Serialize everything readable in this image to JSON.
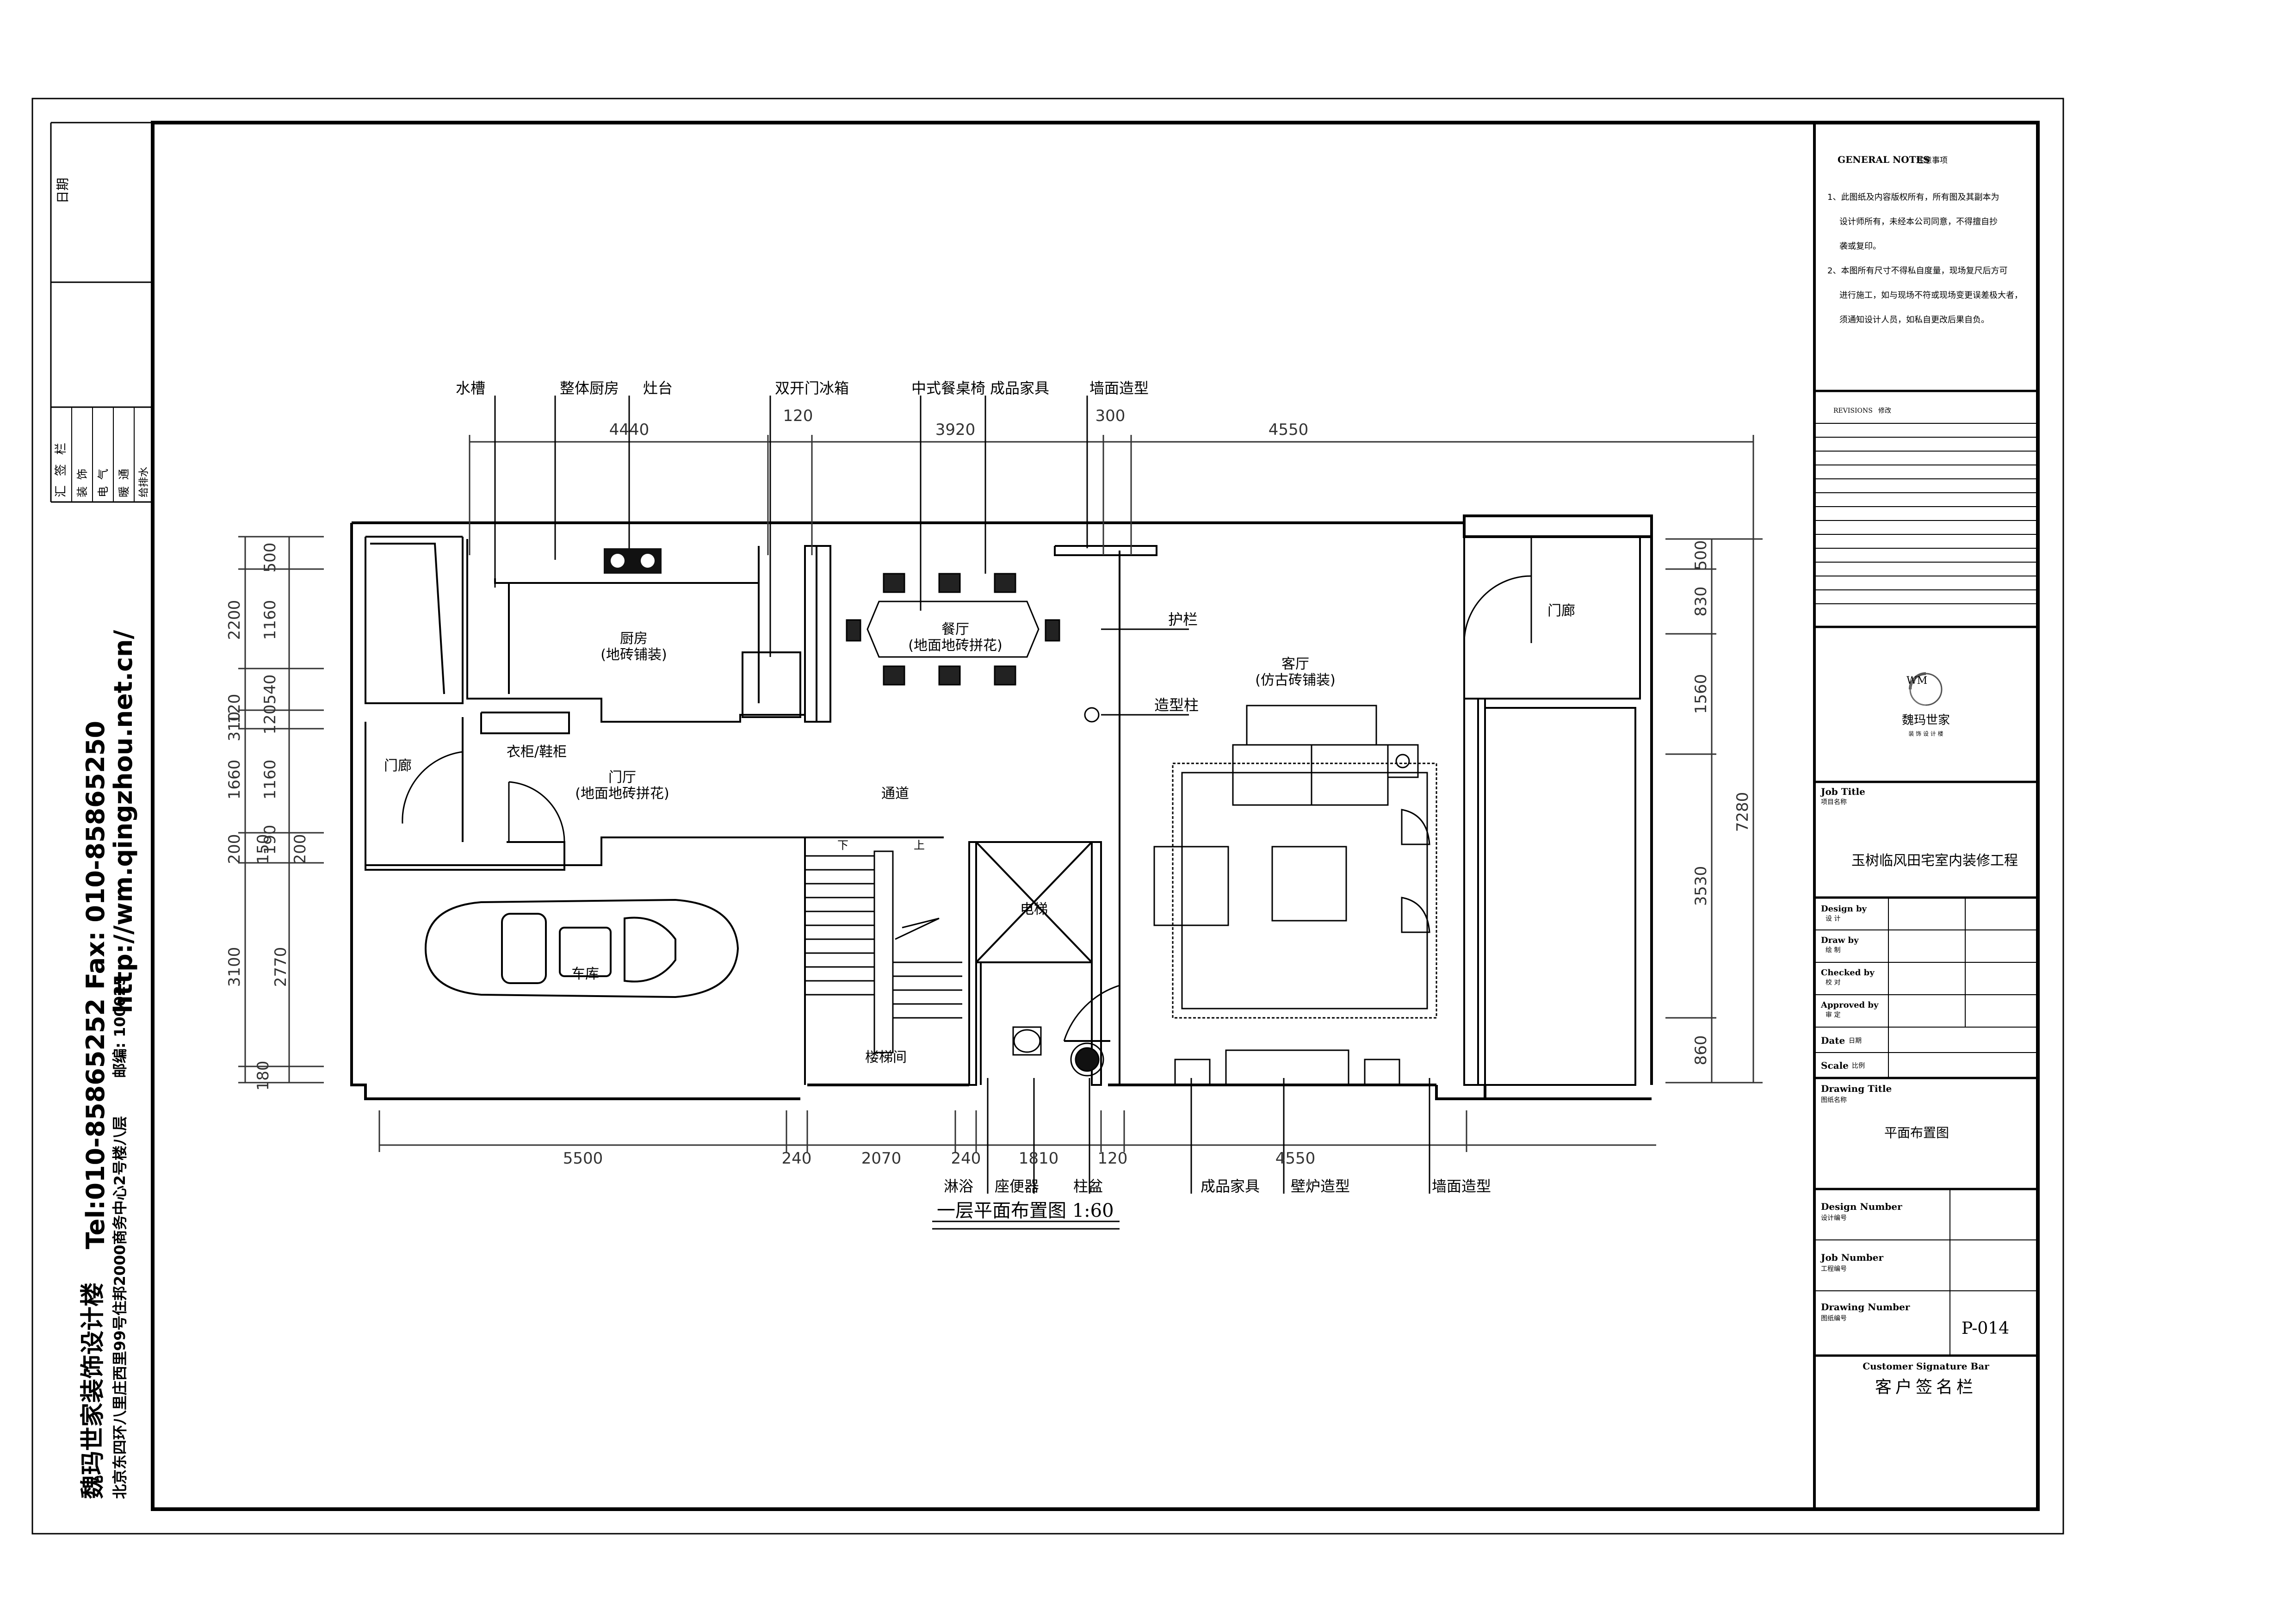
{
  "sidebar": {
    "company_name": "魏玛世家装饰设计楼",
    "tel_fax": "Tel:010-85865252 Fax: 010-85865250",
    "website": "http://wm.qingzhou.net.cn/",
    "address": "北京东四环八里庄西里99号住邦2000商务中心2号楼八层",
    "postcode": "邮编: 100025",
    "date_label": "日期",
    "sign_label": "汇签栏",
    "disciplines": [
      "装饰",
      "电气",
      "暖通",
      "给排水"
    ]
  },
  "notes": {
    "title": "GENERAL NOTES",
    "title_cn": "注意事项",
    "lines": [
      "1、此图纸及内容版权所有，所有图及其副本为",
      "设计师所有，未经本公司同意，不得擅自抄",
      "袭或复印。",
      "2、本图所有尺寸不得私自度量，现场复尺后方可",
      "进行施工，如与现场不符或现场变更误差极大者，",
      "须通知设计人员，如私自更改后果自负。"
    ]
  },
  "revisions": {
    "label": "REVISIONS",
    "label_cn": "修改"
  },
  "logo": {
    "name": "魏玛世家",
    "subtitle": "装 饰 设 计 楼",
    "mark": "WM"
  },
  "job_title": {
    "label": "Job Title",
    "label_cn": "项目名称",
    "value": "玉树临风田宅室内装修工程"
  },
  "people_rows": [
    {
      "label": "Design by",
      "label_cn": "设 计"
    },
    {
      "label": "Draw by",
      "label_cn": "绘 制"
    },
    {
      "label": "Checked by",
      "label_cn": "校 对"
    },
    {
      "label": "Approved by",
      "label_cn": "审 定"
    }
  ],
  "date_row": {
    "label": "Date",
    "label_cn": "日期"
  },
  "scale_row": {
    "label": "Scale",
    "label_cn": "比例"
  },
  "drawing_title": {
    "label": "Drawing Title",
    "label_cn": "图纸名称",
    "value": "平面布置图"
  },
  "design_number": {
    "label": "Design Number",
    "label_cn": "设计编号"
  },
  "job_number": {
    "label": "Job Number",
    "label_cn": "工程编号"
  },
  "drawing_number": {
    "label": "Drawing Number",
    "label_cn": "图纸编号",
    "value": "P-014"
  },
  "signature": {
    "label": "Customer Signature Bar",
    "label_cn": "客户签名栏"
  },
  "plan": {
    "title": "一层平面布置图 1:60",
    "top_callouts": [
      "水槽",
      "整体厨房",
      "灶台",
      "双开门冰箱",
      "中式餐桌椅",
      "成品家具",
      "墙面造型"
    ],
    "side_callouts": [
      "护栏",
      "造型柱"
    ],
    "bottom_callouts": [
      "淋浴",
      "座便器",
      "柱盆",
      "成品家具",
      "壁炉造型",
      "墙面造型"
    ],
    "rooms": {
      "kitchen": "厨房",
      "kitchen_floor": "(地砖铺装)",
      "dining": "餐厅",
      "dining_floor": "(地面地砖拼花)",
      "living": "客厅",
      "living_floor": "(仿古砖铺装)",
      "corridor_left": "门廊",
      "corridor_right": "门廊",
      "wardrobe": "衣柜/鞋柜",
      "foyer": "门厅",
      "foyer_floor": "(地面地砖拼花)",
      "passage": "通道",
      "garage": "车库",
      "elevator": "电梯",
      "stairs": "楼梯间",
      "stair_down": "下",
      "stair_up": "上"
    },
    "top_dims": [
      "4440",
      "120",
      "3920",
      "300",
      "4550"
    ],
    "bottom_dims": [
      "5500",
      "240",
      "2070",
      "240",
      "1810",
      "120",
      "4550"
    ],
    "left_outer_dims": [
      "2200",
      "120",
      "310",
      "1660",
      "200",
      "150",
      "3100",
      "180"
    ],
    "left_inner_dims": [
      "500",
      "1160",
      "540",
      "120",
      "1160",
      "190",
      "200",
      "2770"
    ],
    "right_inner_dims": [
      "500",
      "830",
      "1560",
      "3530",
      "860"
    ],
    "right_outer_dims": [
      "7280"
    ]
  }
}
